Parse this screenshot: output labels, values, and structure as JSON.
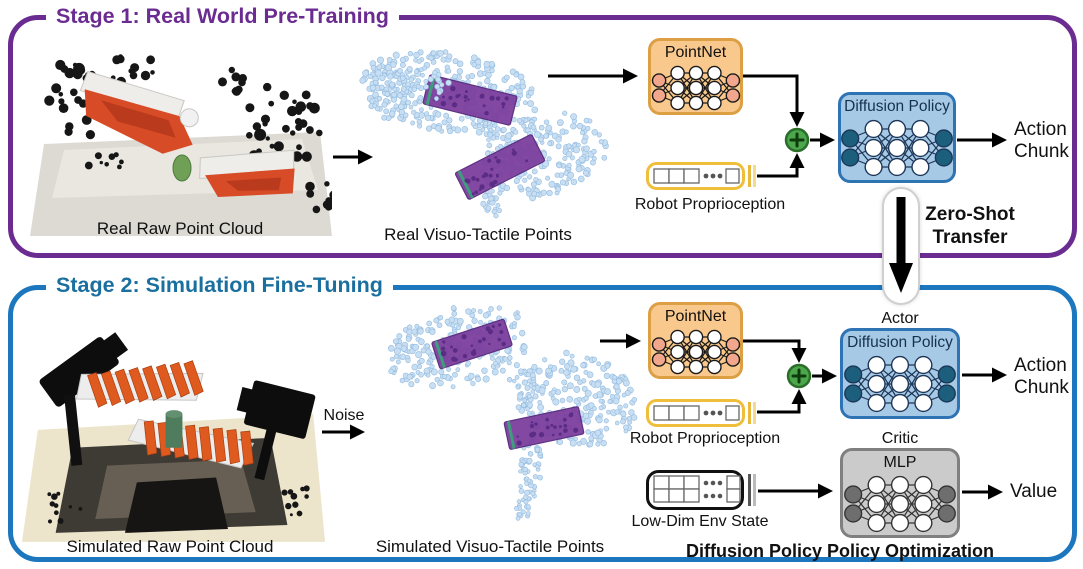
{
  "figure": {
    "stage1": {
      "title": "Stage 1: Real World Pre-Training",
      "raw_image_caption": "Real Raw Point Cloud",
      "points_image_caption": "Real Visuo-Tactile Points",
      "pointnet_label": "PointNet",
      "proprioception_label": "Robot Proprioception",
      "policy_block_label": "Diffusion Policy",
      "action_output_label": "Action Chunk"
    },
    "transfer_label": "Zero-Shot Transfer",
    "stage2": {
      "title": "Stage 2: Simulation Fine-Tuning",
      "raw_image_caption": "Simulated Raw Point Cloud",
      "noise_label": "Noise",
      "points_image_caption": "Simulated Visuo-Tactile Points",
      "pointnet_label": "PointNet",
      "proprioception_label": "Robot Proprioception",
      "actor_label": "Actor",
      "actor_block_label": "Diffusion Policy",
      "action_output_label": "Action Chunk",
      "critic_label": "Critic",
      "critic_block_label": "MLP",
      "lowdim_label": "Low-Dim Env State",
      "value_output_label": "Value",
      "algorithm_label": "Diffusion Policy Policy Optimization"
    },
    "colors": {
      "stage1_accent": "#6B2C91",
      "stage2_border": "#1C77BE",
      "stage2_title": "#1B6F9F",
      "pointnet_fill": "#F9C88C",
      "pointnet_border": "#DC9F44",
      "pointnet_node": "#F2A78C",
      "policy_fill": "#A6CAE6",
      "policy_border": "#2E74B5",
      "policy_node": "#1C5F7C",
      "mlp_fill": "#CBCBCB",
      "mlp_border": "#808080",
      "mlp_node": "#6E6E6E",
      "concat_green": "#4CA64C",
      "proprio_yellow": "#EFBE3A",
      "pointcloud_blue": "#C8DEF2",
      "tactile_purple": "#7C3F9E"
    }
  }
}
